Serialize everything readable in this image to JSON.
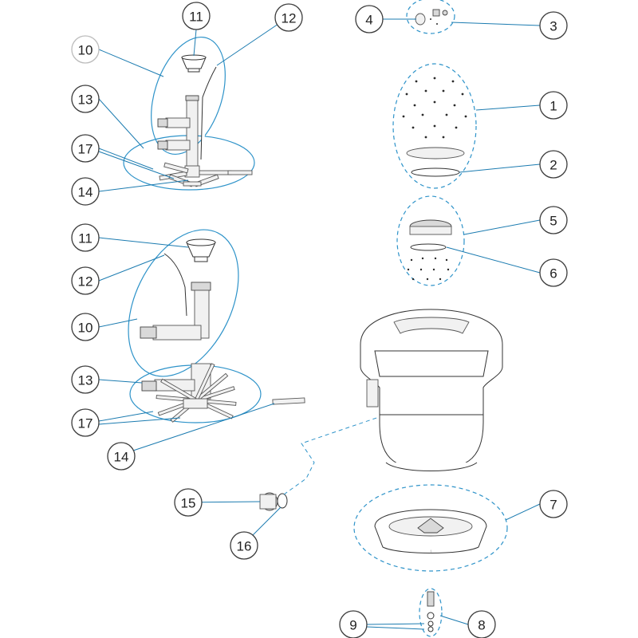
{
  "diagram": {
    "callouts": [
      {
        "id": "c1",
        "label": "1"
      },
      {
        "id": "c2",
        "label": "2"
      },
      {
        "id": "c3",
        "label": "3"
      },
      {
        "id": "c4",
        "label": "4"
      },
      {
        "id": "c5",
        "label": "5"
      },
      {
        "id": "c6",
        "label": "6"
      },
      {
        "id": "c7",
        "label": "7"
      },
      {
        "id": "c8",
        "label": "8"
      },
      {
        "id": "c9",
        "label": "9"
      },
      {
        "id": "c10a",
        "label": "10"
      },
      {
        "id": "c10b",
        "label": "10"
      },
      {
        "id": "c11a",
        "label": "11"
      },
      {
        "id": "c11b",
        "label": "11"
      },
      {
        "id": "c12a",
        "label": "12"
      },
      {
        "id": "c12b",
        "label": "12"
      },
      {
        "id": "c13a",
        "label": "13"
      },
      {
        "id": "c13b",
        "label": "13"
      },
      {
        "id": "c14a",
        "label": "14"
      },
      {
        "id": "c14b",
        "label": "14"
      },
      {
        "id": "c15",
        "label": "15"
      },
      {
        "id": "c16",
        "label": "16"
      },
      {
        "id": "c17a",
        "label": "17"
      },
      {
        "id": "c17b",
        "label": "17"
      }
    ],
    "colors": {
      "leader": "#1b7bb0",
      "group_outline": "#2e93c9",
      "part_stroke": "#333333"
    }
  }
}
